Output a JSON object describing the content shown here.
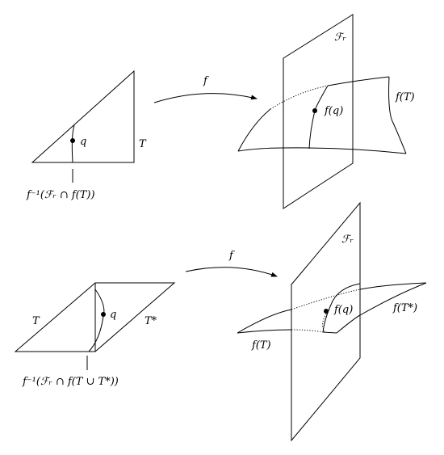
{
  "top": {
    "triangle_label": "T",
    "point_label": "q",
    "preimage_label": "f⁻¹(ℱᵣ ∩ f(T))",
    "arrow_label": "f",
    "plane_label": "ℱᵣ",
    "image_point_label": "f(q)",
    "surface_label": "f(T)"
  },
  "bottom": {
    "left_triangle_label": "T",
    "right_triangle_label": "T*",
    "point_label": "q",
    "preimage_label": "f⁻¹(ℱᵣ ∩ f(T ∪ T*))",
    "arrow_label": "f",
    "plane_label": "ℱᵣ",
    "image_point_label": "f(q)",
    "surface_left_label": "f(T)",
    "surface_right_label": "f(T*)"
  }
}
